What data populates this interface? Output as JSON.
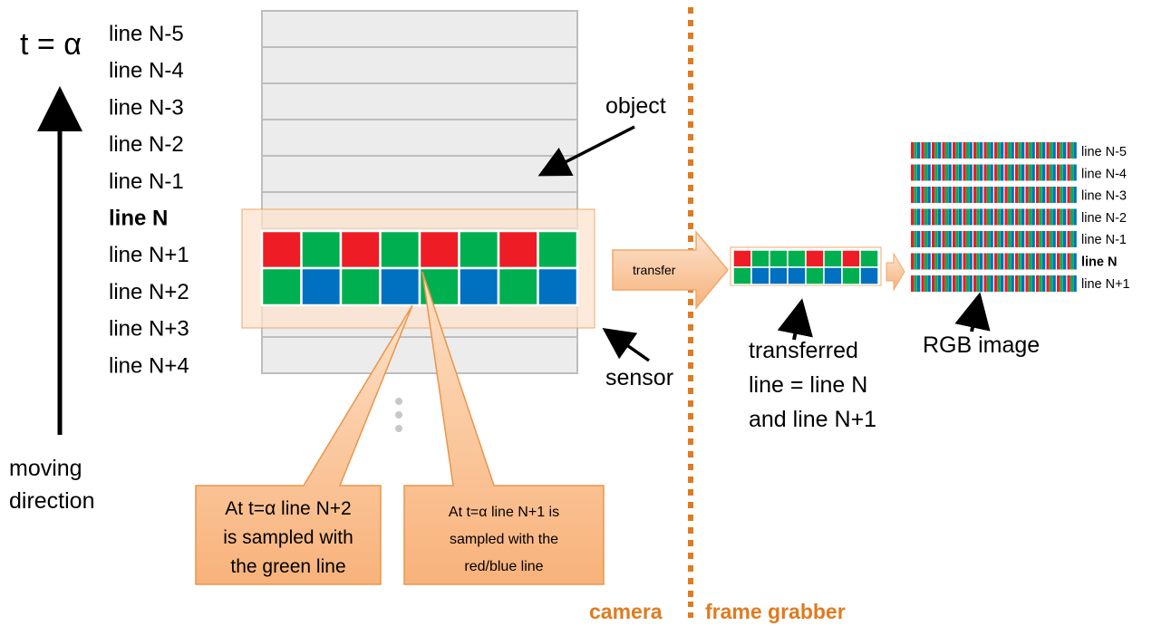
{
  "time_label": "t = α",
  "lines_left": [
    "line N-5",
    "line N-4",
    "line N-3",
    "line N-2",
    "line N-1",
    "line N",
    "line N+1",
    "line N+2",
    "line N+3",
    "line N+4"
  ],
  "moving_direction": "moving\ndirection",
  "labels": {
    "object": "object",
    "sensor": "sensor",
    "transfer": "transfer",
    "transferred_line": [
      "transferred",
      "line = line N",
      "and line N+1"
    ],
    "rgb_image": "RGB image",
    "camera": "camera",
    "frame_grabber": "frame grabber"
  },
  "callouts": {
    "green": [
      "At t=α line N+2",
      "is sampled with",
      "the green line"
    ],
    "redblue": [
      "At t=α line N+1 is",
      "sampled with the",
      "red/blue line"
    ]
  },
  "rgb_lines": [
    "line N-5",
    "line N-4",
    "line N-3",
    "line N-2",
    "line N-1",
    "line N",
    "line N+1"
  ],
  "colors": {
    "red": "#ee1c25",
    "green": "#00b050",
    "blue": "#0070c0",
    "orange_accent": "#e07b1f",
    "callout_fill": "#fbc69b",
    "callout_border": "#e8964c",
    "sensor_overlay": "#fde3cf",
    "object_fill": "#ececec",
    "object_stroke": "#bdbdbd"
  },
  "bayer_rows": [
    [
      "red",
      "green",
      "red",
      "green",
      "red",
      "green",
      "red",
      "green"
    ],
    [
      "green",
      "blue",
      "green",
      "blue",
      "green",
      "blue",
      "green",
      "blue"
    ]
  ],
  "transferred_rows": [
    [
      "red",
      "green",
      "green",
      "green",
      "red",
      "green",
      "red",
      "green"
    ],
    [
      "green",
      "blue",
      "blue",
      "blue",
      "green",
      "blue",
      "green",
      "blue"
    ]
  ]
}
